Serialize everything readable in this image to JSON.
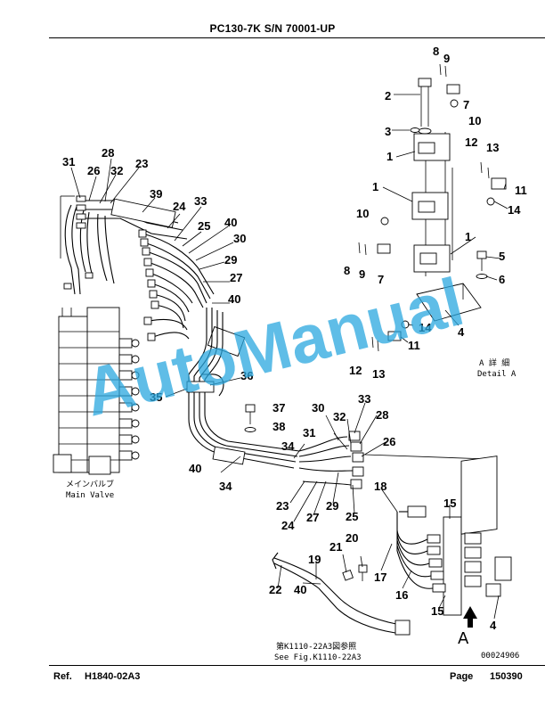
{
  "header": {
    "title": "PC130-7K S/N 70001-UP"
  },
  "footer": {
    "ref_label": "Ref.",
    "ref_value": "H1840-02A3",
    "page_label": "Page",
    "page_value": "150390"
  },
  "diagram": {
    "part_numbers": [
      "31",
      "26",
      "32",
      "28",
      "23",
      "39",
      "24",
      "33",
      "25",
      "40",
      "30",
      "29",
      "27",
      "40",
      "36",
      "35",
      "37",
      "38",
      "34",
      "40",
      "34",
      "23",
      "24",
      "27",
      "29",
      "25",
      "30",
      "31",
      "32",
      "33",
      "28",
      "26",
      "18",
      "15",
      "17",
      "16",
      "21",
      "20",
      "19",
      "22",
      "40",
      "15",
      "4",
      "2",
      "8",
      "9",
      "7",
      "10",
      "3",
      "1",
      "12",
      "13",
      "11",
      "1",
      "14",
      "10",
      "8",
      "9",
      "7",
      "1",
      "5",
      "6",
      "14",
      "11",
      "4",
      "12",
      "13"
    ],
    "main_valve_jp": "メインバルブ",
    "main_valve_en": "Main Valve",
    "detail_jp": "A 詳 細",
    "detail_en": "Detail A",
    "view_letter_1": "A",
    "view_letter_2": "A",
    "see_fig_jp": "第K1110-22A3図参照",
    "see_fig_en": "See Fig.K1110-22A3",
    "drawing_number": "00024906",
    "watermark": "AutoManual",
    "watermark_color": "#2aa7df"
  }
}
